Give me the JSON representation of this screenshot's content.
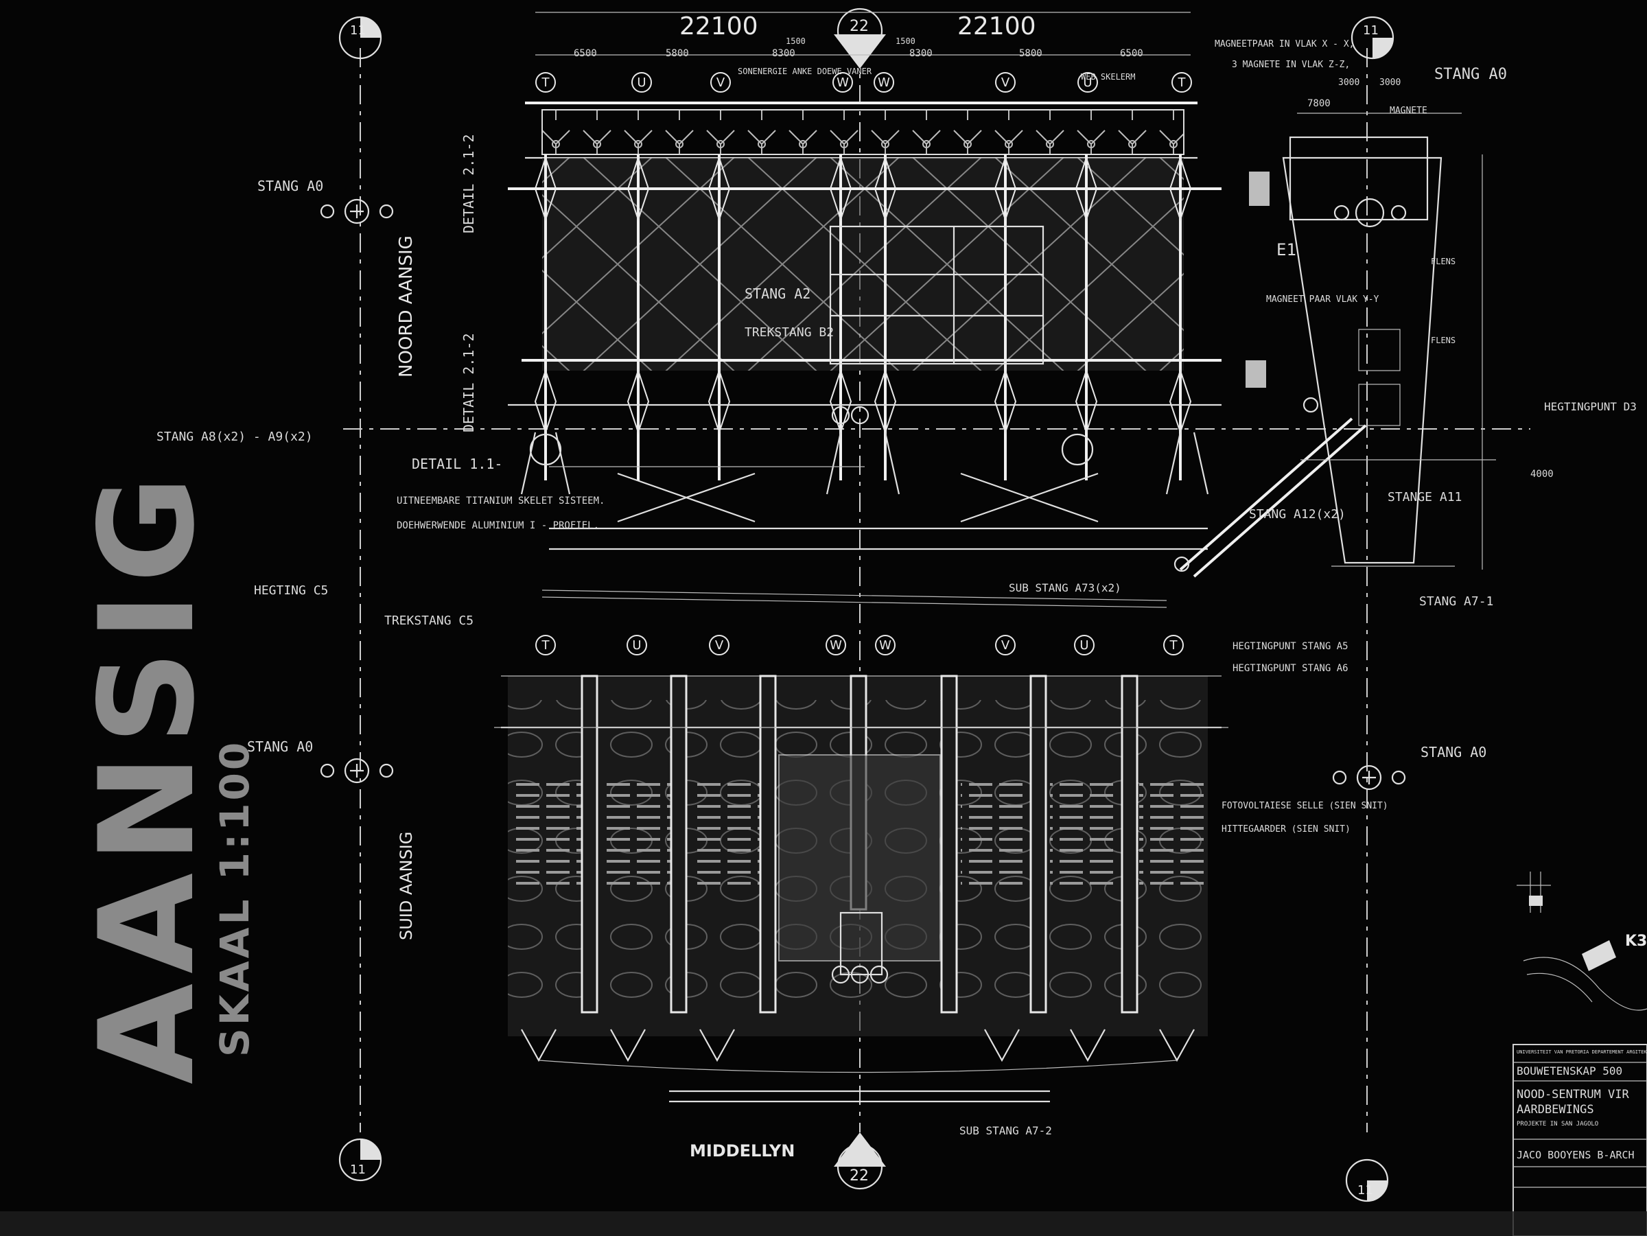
{
  "sheet": {
    "title": "AANSIG",
    "scale": "SKAAL 1:100",
    "north_view_label": "NOORD AANSIG",
    "south_view_label": "SUID AANSIG",
    "centreline_label": "MIDDELLYN"
  },
  "dimensions_top": {
    "left_total": "22100",
    "right_total": "22100",
    "segments": [
      "6500",
      "5800",
      "8300",
      "1500",
      "1500",
      "8300",
      "5800",
      "6500"
    ]
  },
  "grid_bubbles": {
    "top_row": [
      "T",
      "U",
      "V",
      "W",
      "W",
      "V",
      "U",
      "T"
    ],
    "south_row": [
      "T",
      "U",
      "V",
      "W",
      "W",
      "V",
      "U",
      "T"
    ],
    "section_marks": [
      "11",
      "22",
      "11",
      "11",
      "22",
      "11"
    ]
  },
  "annotations": {
    "stang_a0": "STANG A0",
    "stang_a2": "STANG A2",
    "trekstang_b2": "TREKSTANG B2",
    "stang_a8_a9": "STANG A8(x2) - A9(x2)",
    "detail_1_1": "DETAIL 1.1-",
    "detail_2_1_2_top": "DETAIL 2.1-2",
    "detail_2_1_2_bottom": "DETAIL 2.1-2",
    "titanium": "UITNEEMBARE TITANIUM SKELET SISTEEM.",
    "aluminium": "DOEHWERWENDE ALUMINIUM I - PROFIEL.",
    "hegting_c5": "HEGTING C5",
    "trekstang_c5": "TREKSTANG C5",
    "sub_stang_a73": "SUB STANG A73(x2)",
    "sub_stang_a72": "SUB STANG A7-2",
    "hegtingpunt_a5": "HEGTINGPUNT STANG A5",
    "hegtingpunt_a6": "HEGTINGPUNT STANG A6",
    "stang_a12": "STANG A12(x2)",
    "stange_a11": "STANGE A11",
    "stang_a7_1": "STANG A7-1",
    "hegtingpunt_d3": "HEGTINGPUNT D3",
    "e1": "E1",
    "flens_1": "FLENS",
    "flens_2": "FLENS",
    "magneet": "MAGNEET PAAR VLAK Y-Y",
    "magnete": "MAGNETE",
    "magneetpaar_top": "MAGNEETPAAR IN VLAK X - X,",
    "magnete_zz": "3 MAGNETE IN VLAK Z-Z,",
    "sonenergie": "SONENERGIE ANKE DOEWE VANER",
    "web_skelet": "WEB SKELERM",
    "fotovoltaiese": "FOTOVOLTAIESE SELLE (SIEN SNIT)",
    "hittegaarder": "HITTEGAARDER (SIEN SNIT)",
    "dim_4000": "4000",
    "dim_7800": "7800",
    "dim_3000a": "3000",
    "dim_3000b": "3000",
    "k3": "K3"
  },
  "title_block": {
    "institution": "UNIVERSITEIT VAN PRETORIA DEPARTEMENT ARGITEKTUUR",
    "course": "BOUWETENSKAP 500",
    "project_line1": "NOOD-SENTRUM VIR",
    "project_line2": "AARDBEWINGS",
    "project_line3": "PROJEKTE IN SAN JAGOLO",
    "author": "JACO BOOYENS B-ARCH"
  },
  "colors": {
    "background": "#050505",
    "linework": "#e0e0e0",
    "title_grey": "#8a8a8a"
  }
}
